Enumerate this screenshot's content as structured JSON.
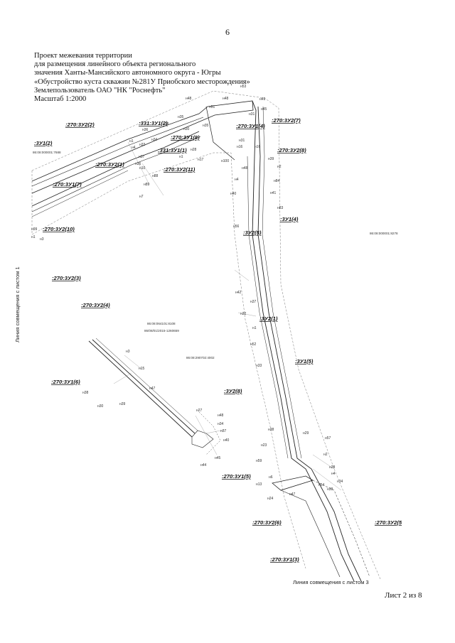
{
  "page_number": "6",
  "header": {
    "lines": [
      "Проект межевания территории",
      "для размещения линейного объекта регионального",
      "значения Ханты-Мансийского автономного округа - Югры",
      "«Обустройство куста скважин №281У Приобского месторождения»",
      "Землепользователь ОАО \"НК \"Роснефть\"",
      "Масштаб 1:2000"
    ]
  },
  "sheet_footer": "Лист 2 из 8",
  "alignment_lines": {
    "left": "Линия совмещения с листом 1",
    "bottom": "Линия совмещения с листом 3"
  },
  "plots": [
    ":3У1(2)",
    ":270:3У2(2)",
    ":331:3У1(2)",
    ":270:3У1(8)",
    ":270:3У1(4)",
    ":270:3У2(7)",
    ":331:3У1(1)",
    ":270:3У2(8)",
    ":270:3У2(1)",
    ":270:3У2(11)",
    ":270:3У1(7)",
    ":270:3У2(10)",
    ":3У1(4)",
    ":3У2(5)",
    ":270:3У2(3)",
    ":270:3У2(4)",
    ":3У2(1)",
    ":3У1(5)",
    ":270:3У1(6)",
    ":3У2(8)",
    ":270:3У1(5)",
    ":270:3У2(6)",
    ":270:3У2(5",
    ":270:3У1(3)"
  ],
  "cadastral_numbers": [
    "86:08:000001:7688",
    "86:08:000001:8278",
    "86:08:064101:8108",
    "86/08/01/2015-1260659",
    "86:08:290702:4002"
  ],
  "points": [
    "н48",
    "н53",
    "н51",
    "н48",
    "н49",
    "н35",
    "н38",
    "н36",
    "н30",
    "н31",
    "н1",
    "н4",
    "н33",
    "н34",
    "н35",
    "н45",
    "н36",
    "н37",
    "н10",
    "н1",
    "н28",
    "н100",
    "н17",
    "н31",
    "н16",
    "н39",
    "н2",
    "н16",
    "н48",
    "н7",
    "н89",
    "н88",
    "н99",
    "н1",
    "н3",
    "н84",
    "н4",
    "н41",
    "н40",
    "н83",
    "н56",
    "н42",
    "н32",
    "н37",
    "н1",
    "н52",
    "н33",
    "н3",
    "н15",
    "н47",
    "н38",
    "н39",
    "н30",
    "н27",
    "н48",
    "н34",
    "н37",
    "н40",
    "н45",
    "н44",
    "н38",
    "н29",
    "н57",
    "н23",
    "н2",
    "н59",
    "н28",
    "н4",
    "н6",
    "н34",
    "н13",
    "н24",
    "н47",
    "н38",
    "н54"
  ]
}
